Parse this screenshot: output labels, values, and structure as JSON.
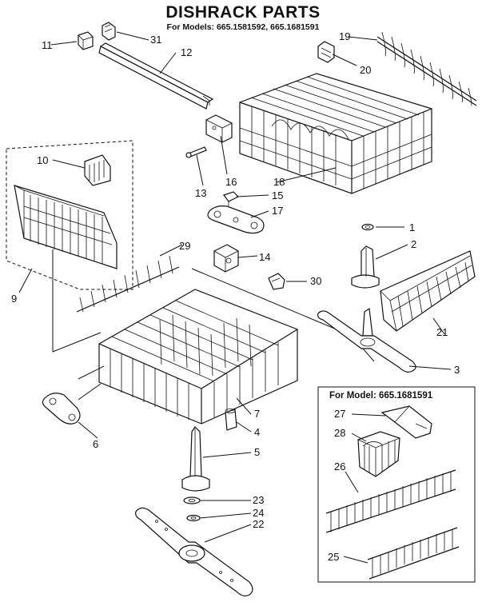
{
  "header": {
    "title": "DISHRACK PARTS",
    "subtitle": "For Models: 665.1581592, 665.1681591"
  },
  "inset": {
    "title": "For Model: 665.1681591"
  },
  "callouts": {
    "c1": "1",
    "c2": "2",
    "c3": "3",
    "c4": "4",
    "c5": "5",
    "c6": "6",
    "c7": "7",
    "c9": "9",
    "c10": "10",
    "c11": "11",
    "c12": "12",
    "c13": "13",
    "c14": "14",
    "c15": "15",
    "c16": "16",
    "c17": "17",
    "c18": "18",
    "c19": "19",
    "c20": "20",
    "c21": "21",
    "c22": "22",
    "c23": "23",
    "c24": "24",
    "c25": "25",
    "c26": "26",
    "c27": "27",
    "c28": "28",
    "c29": "29",
    "c30": "30",
    "c31": "31"
  }
}
